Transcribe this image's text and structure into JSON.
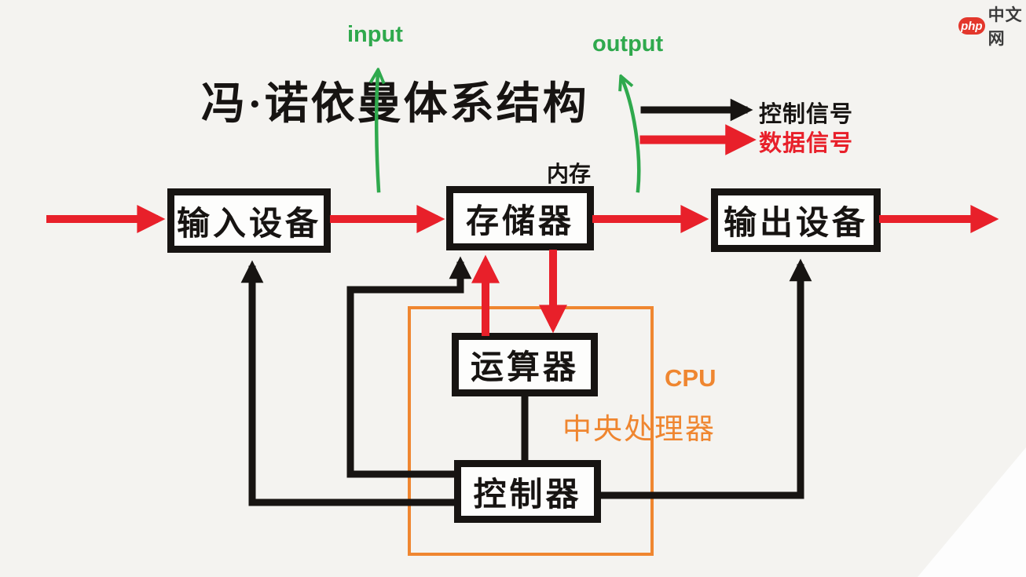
{
  "colors": {
    "red": "#e8202a",
    "black": "#171412",
    "green": "#2fa94d",
    "orange": "#ef8630",
    "logo_red": "#e3372c",
    "logo_text": "#3b3b3b",
    "bg": "#f4f3f0",
    "box_bg": "#fdfdfc"
  },
  "logo": {
    "badge": "php",
    "site": "中文网"
  },
  "title": "冯·诺依曼体系结构",
  "annotations": {
    "input": "input",
    "output": "output",
    "memory_tag": "内存",
    "cpu": "CPU",
    "cpu_full": "中央处理器"
  },
  "legend": {
    "control": "控制信号",
    "data": "数据信号"
  },
  "nodes": {
    "input_device": "输入设备",
    "memory": "存储器",
    "output_device": "输出设备",
    "alu": "运算器",
    "controller": "控制器"
  }
}
